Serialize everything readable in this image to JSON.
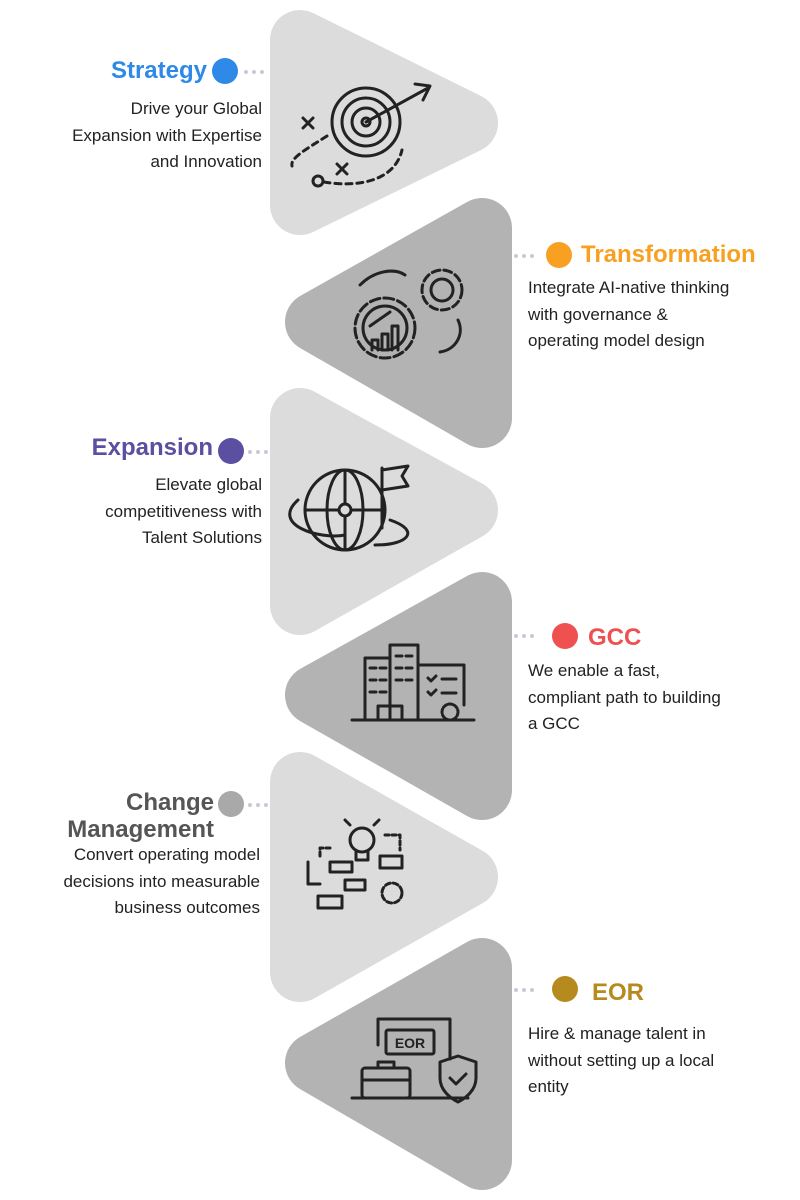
{
  "items": [
    {
      "title": "Strategy",
      "description": [
        "Drive your Global",
        "Expansion with Expertise",
        "and Innovation"
      ],
      "color": "#2e8ae6",
      "icon": "target-strategy-icon"
    },
    {
      "title": "Transformation",
      "description": [
        "Integrate AI-native thinking",
        "with governance &",
        "operating model design"
      ],
      "color": "#f7a021",
      "icon": "gears-transformation-icon"
    },
    {
      "title": "Expansion",
      "description": [
        "Elevate global",
        "competitiveness with",
        "Talent Solutions"
      ],
      "color": "#5a4fa0",
      "icon": "globe-flag-icon"
    },
    {
      "title": "GCC",
      "description": [
        "We enable a fast,",
        "compliant path to building",
        "a GCC"
      ],
      "color": "#ef5050",
      "icon": "office-building-icon"
    },
    {
      "title": [
        "Change",
        "Management"
      ],
      "description": [
        "Convert operating model",
        "decisions into measurable",
        "business outcomes"
      ],
      "color": "#a9a9a9",
      "titleColor": "#555555",
      "icon": "lightbulb-process-icon"
    },
    {
      "title": "EOR",
      "description": [
        "Hire & manage talent in",
        "without setting up a local",
        "entity"
      ],
      "color": "#b68a1f",
      "icon": "eor-briefcase-shield-icon",
      "icon_label": "EOR"
    }
  ]
}
